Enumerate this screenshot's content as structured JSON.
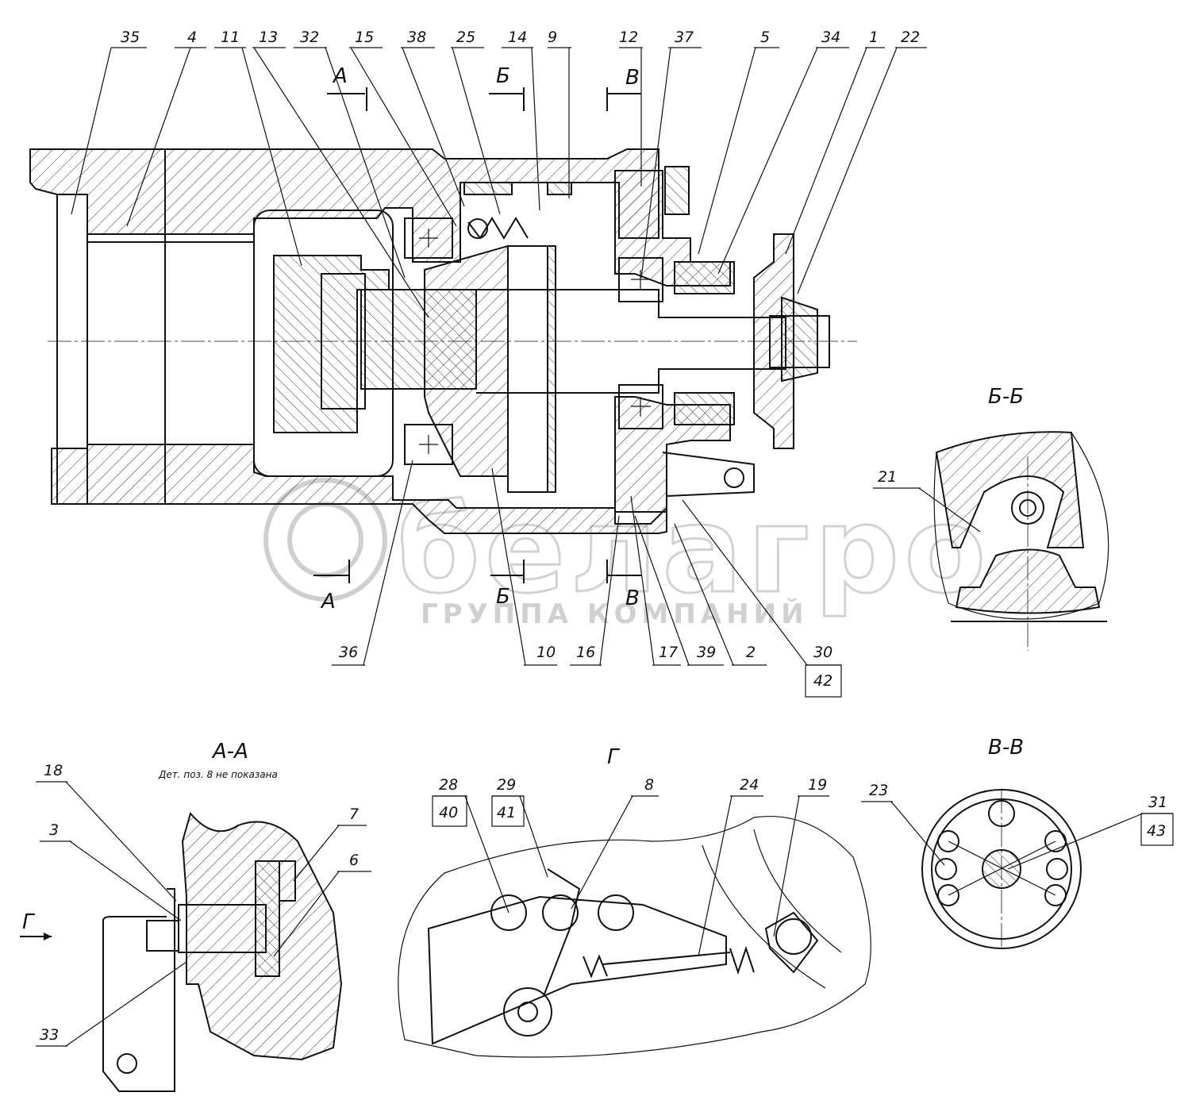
{
  "main_view": {
    "top_labels": [
      "35",
      "4",
      "11",
      "13",
      "32",
      "15",
      "38",
      "25",
      "14",
      "9",
      "12",
      "37",
      "5",
      "34",
      "1",
      "22"
    ],
    "bottom_labels": [
      "36",
      "10",
      "16",
      "17",
      "39",
      "2",
      "30"
    ],
    "boxed_label": "42",
    "section_marks": {
      "a": "А",
      "b": "Б",
      "v": "В"
    }
  },
  "section_bb": {
    "title": "Б-Б",
    "labels": [
      "21"
    ]
  },
  "section_aa": {
    "title": "А-А",
    "note": "Дет. поз. 8 не показана",
    "labels": [
      "18",
      "3",
      "33",
      "7",
      "6"
    ],
    "view_arrow": "Г"
  },
  "view_g": {
    "title": "Г",
    "labels": [
      "28",
      "29",
      "8",
      "24",
      "19"
    ],
    "boxed_labels": [
      "40",
      "41"
    ]
  },
  "section_vv": {
    "title": "В-В",
    "labels": [
      "23",
      "31"
    ],
    "boxed_label": "43"
  },
  "watermark": {
    "brand": "белагро",
    "subtitle": "ГРУППА КОМПАНИЙ"
  }
}
